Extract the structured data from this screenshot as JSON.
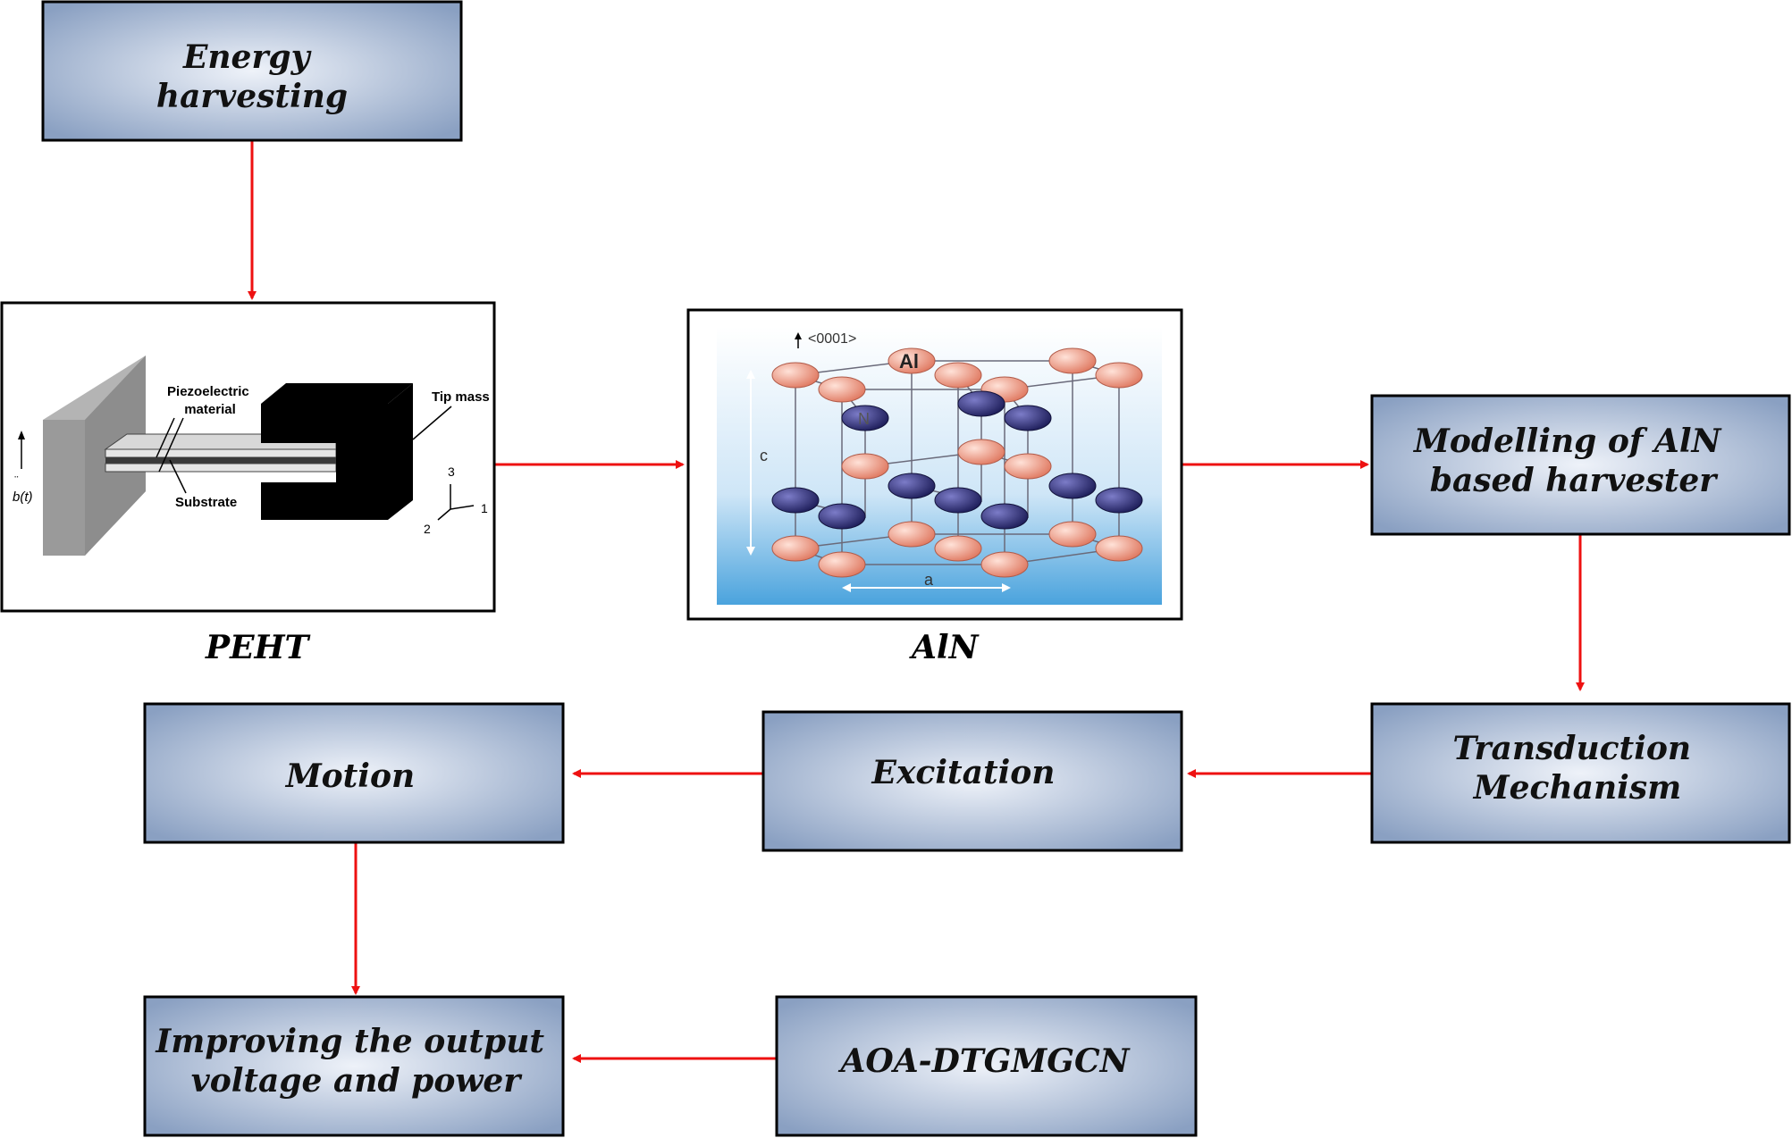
{
  "colors": {
    "box_center": "#eef2f9",
    "box_edge": "#8aa0c2",
    "arrow": "#ee1111",
    "al_atom": "#f0907a",
    "n_atom": "#2a2a6e"
  },
  "nodes": {
    "energy_harvesting": [
      "Energy",
      "harvesting"
    ],
    "modelling": [
      "Modelling of AlN",
      "based harvester"
    ],
    "transduction": [
      "Transduction",
      "Mechanism"
    ],
    "excitation": [
      "Excitation"
    ],
    "motion": [
      "Motion"
    ],
    "improving": [
      "Improving the output",
      "voltage and power"
    ],
    "aoa": [
      "AOA-DTGMGCN"
    ]
  },
  "captions": {
    "peht": "PEHT",
    "aln": "AlN"
  },
  "peht_figure": {
    "piezo_label": [
      "Piezoelectric",
      "material"
    ],
    "tip_mass_label": "Tip mass",
    "substrate_label": "Substrate",
    "base_motion_label": "b(t)",
    "axis_labels": [
      "3",
      "1",
      "2"
    ]
  },
  "aln_figure": {
    "direction_label": "<0001>",
    "al_label": "Al",
    "n_label": "N",
    "c_label": "c",
    "a_label": "a"
  }
}
